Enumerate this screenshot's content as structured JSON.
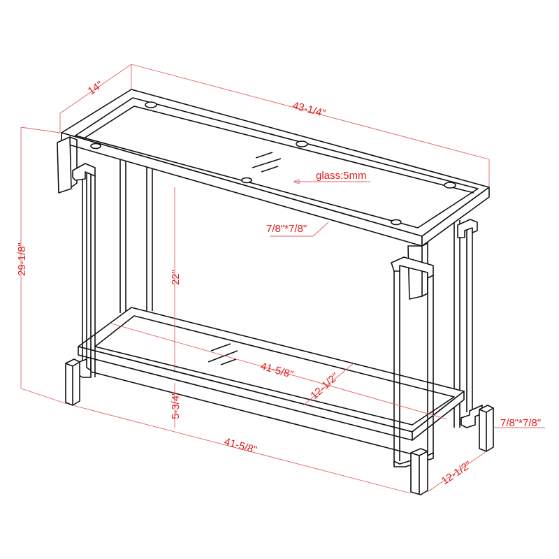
{
  "diagram": {
    "subject": "Console table with glass top and lower shelf",
    "line_color": "#111111",
    "dimension_color": "#e21b1b",
    "dimensions": {
      "top_depth": "14\"",
      "top_width": "43-1/4\"",
      "overall_height": "29-1/8\"",
      "glass_note": "glass:5mm",
      "frame_tube": "7/8\"*7/8\"",
      "shelf_to_top_height": "22\"",
      "shelf_height_from_floor": "5-3/4\"",
      "shelf_length": "41-5/8\"",
      "shelf_depth": "12-1/2\"",
      "base_length": "41-5/8\"",
      "base_depth": "12-1/2\"",
      "leg_tube": "7/8\"*7/8\""
    }
  }
}
